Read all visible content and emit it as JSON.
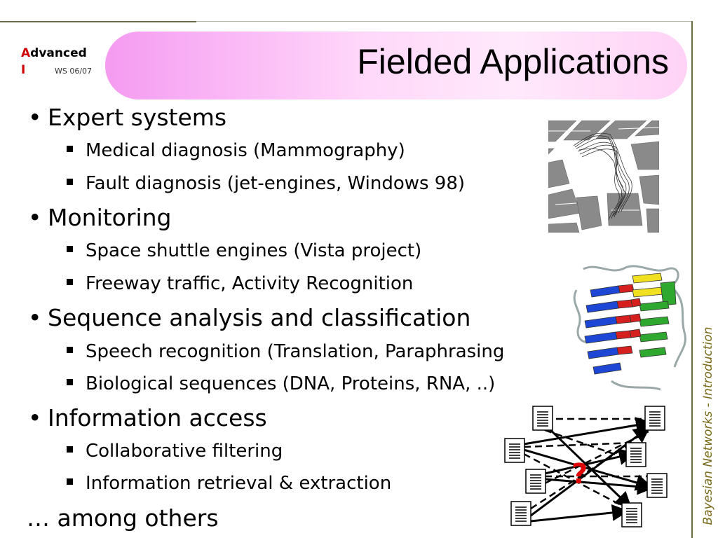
{
  "logo": {
    "accent_letter": "A",
    "rest": "dvanced",
    "line2": "I",
    "ws": "WS 06/07"
  },
  "title": "Fielded Applications",
  "sections": [
    {
      "label": "Expert systems",
      "items": [
        "Medical diagnosis (Mammography)",
        "Fault diagnosis (jet-engines, Windows 98)"
      ]
    },
    {
      "label": "Monitoring",
      "items": [
        "Space shuttle engines (Vista project)",
        "Freeway traffic, Activity Recognition"
      ]
    },
    {
      "label": "Sequence analysis and classification",
      "items": [
        "Speech recognition (Translation, Paraphrasing",
        "Biological sequences (DNA, Proteins, RNA, ..)"
      ]
    },
    {
      "label": "Information access",
      "items": [
        "Collaborative filtering",
        "Information retrieval & extraction"
      ]
    }
  ],
  "closing": "… among others",
  "side_text": "Bayesian Networks - Introduction",
  "question_mark": "?",
  "colors": {
    "title_pink": "#f59bf1",
    "logo_red": "#cc0000",
    "side_text": "#7a6a1a"
  }
}
